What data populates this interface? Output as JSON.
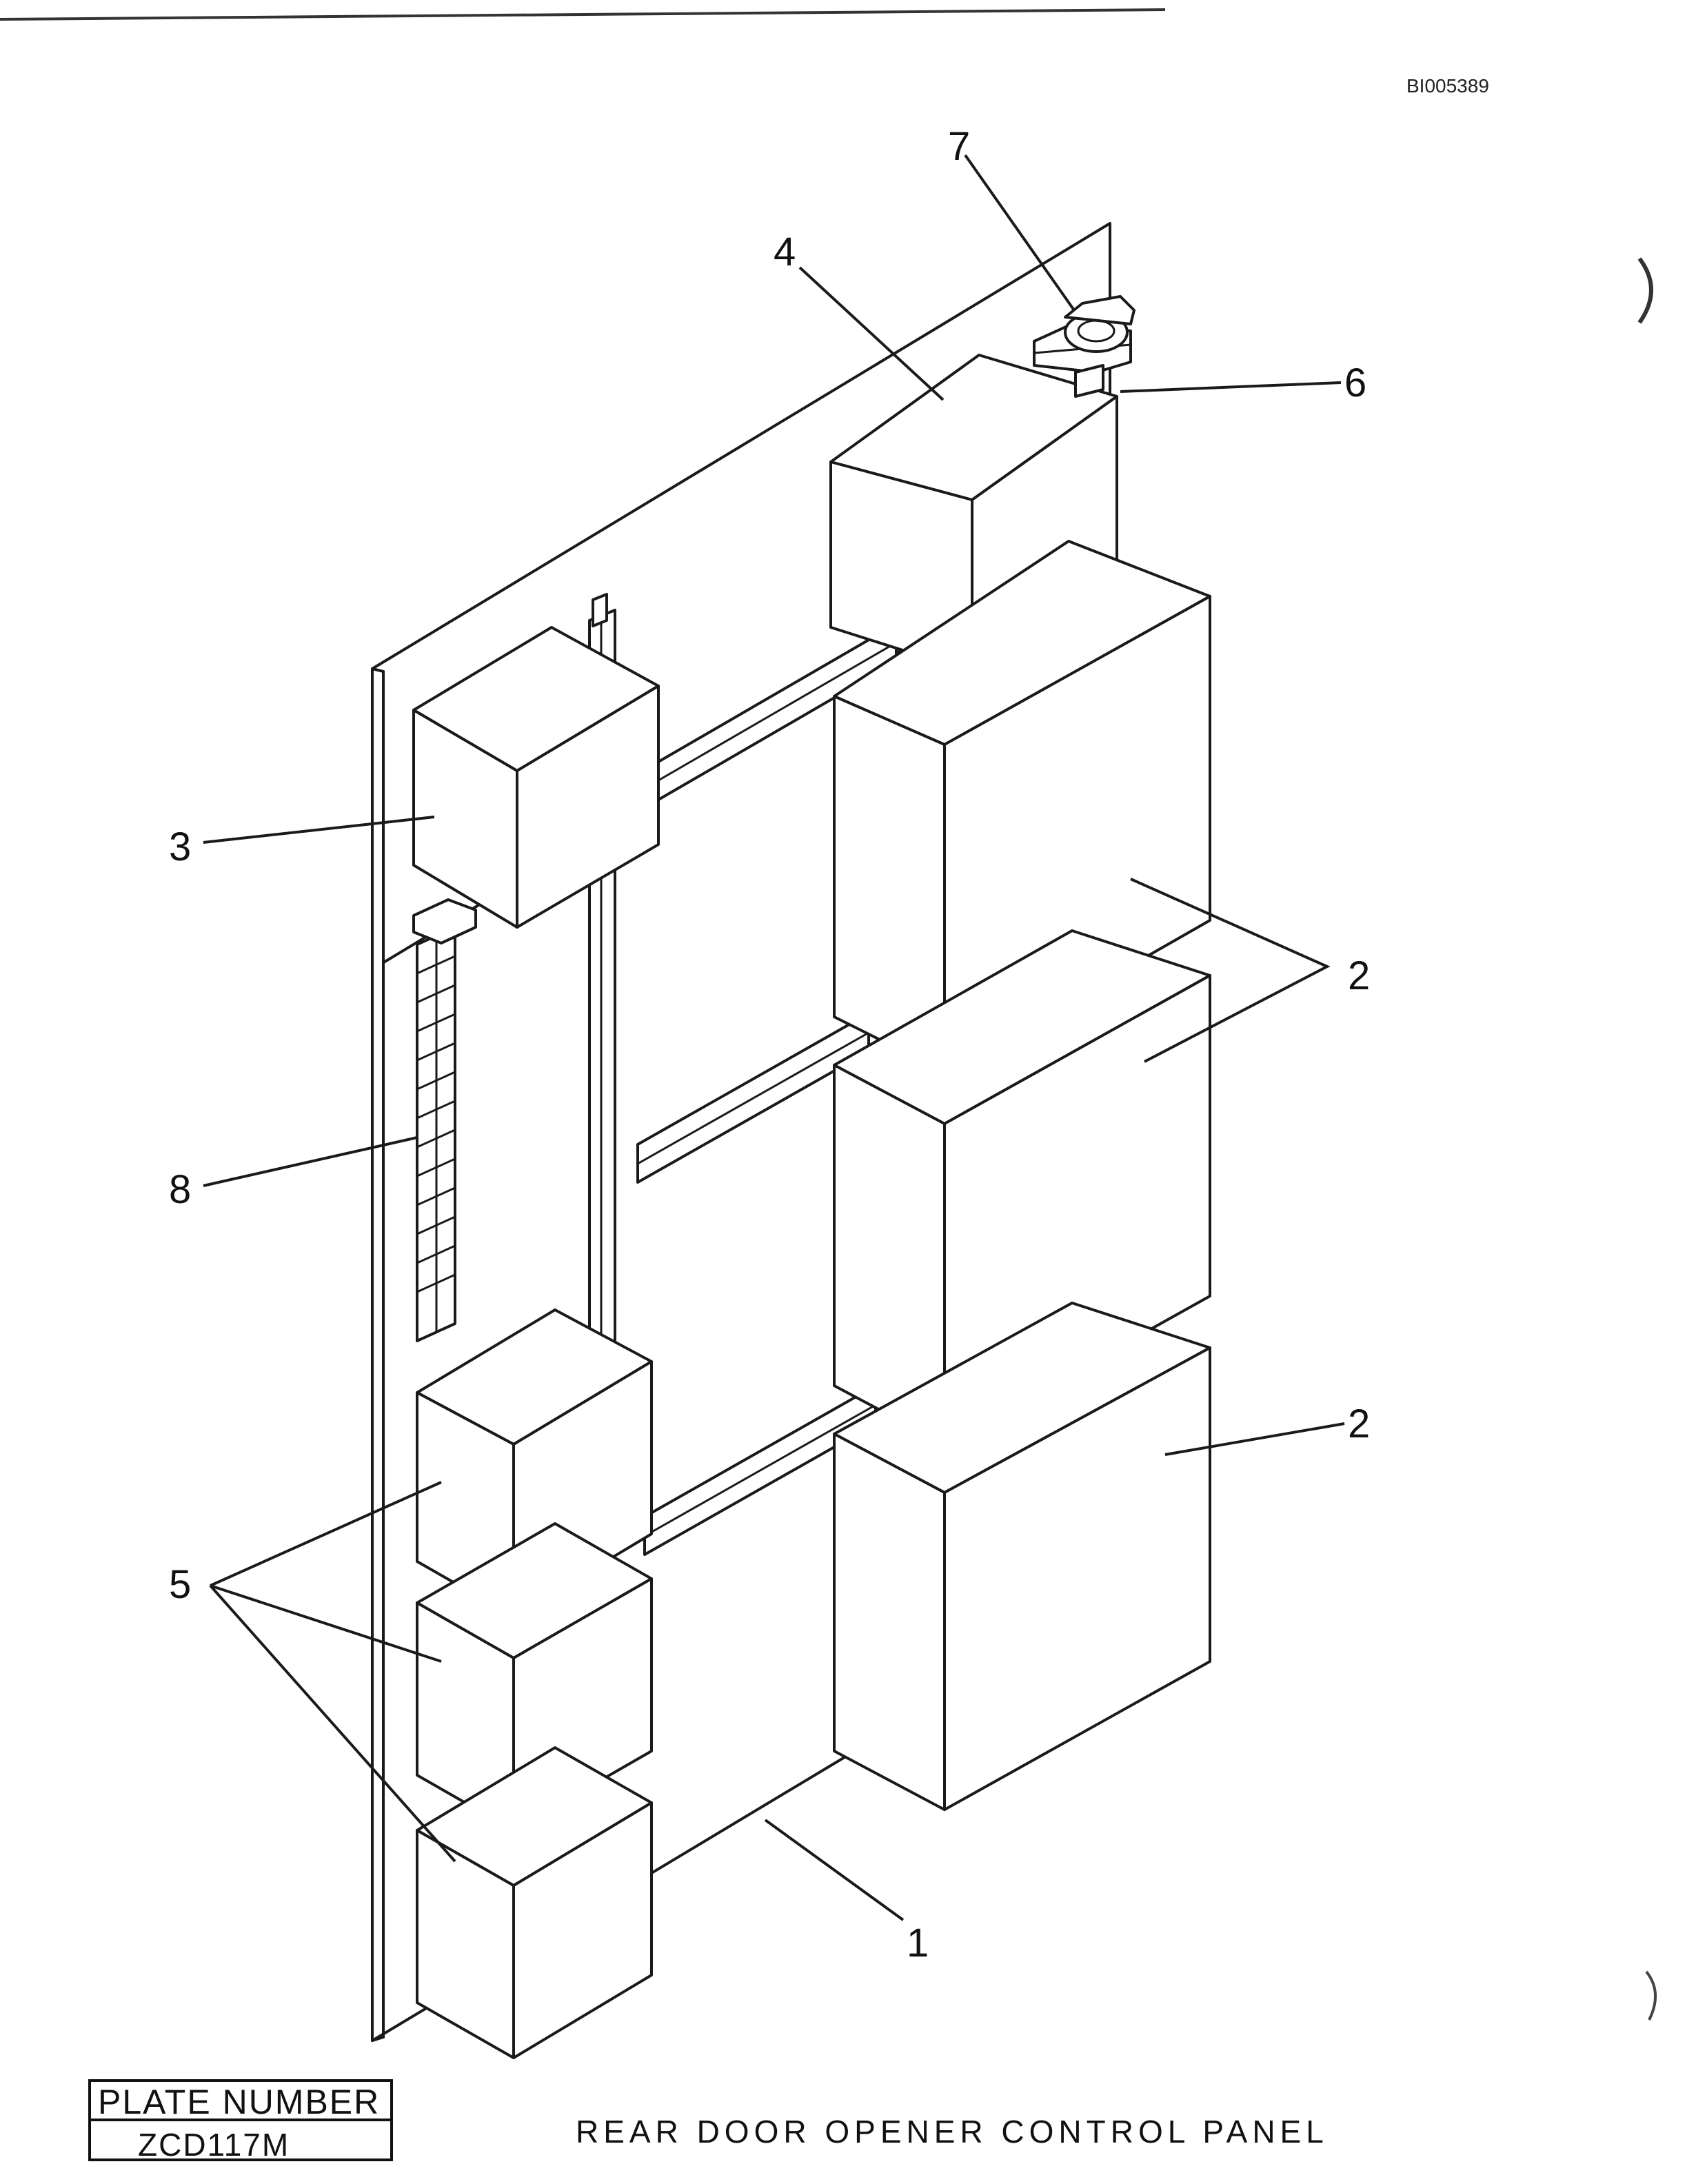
{
  "document_id": "BI005389",
  "title": "REAR DOOR OPENER CONTROL PANEL",
  "plate": {
    "label": "PLATE NUMBER",
    "number": "ZCD117M"
  },
  "callouts": {
    "c1": "1",
    "c2a": "2",
    "c2b": "2",
    "c3": "3",
    "c4": "4",
    "c5": "5",
    "c6": "6",
    "c7": "7",
    "c8": "8"
  }
}
